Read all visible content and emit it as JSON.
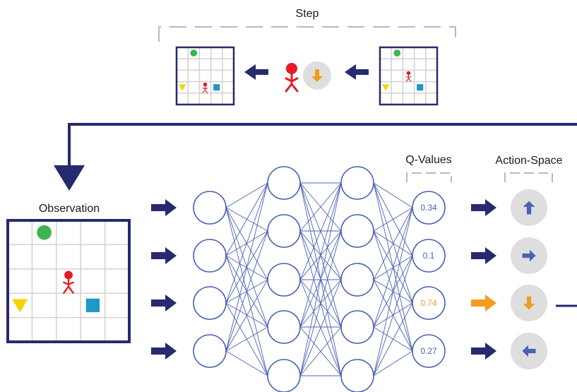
{
  "labels": {
    "step": "Step",
    "observation": "Observation",
    "q_values": "Q-Values",
    "action_space": "Action-Space"
  },
  "q_values": [
    "0.34",
    "0.1",
    "0.74",
    "0.27"
  ],
  "actions": [
    {
      "icon": "arrow-up-icon",
      "selected": false
    },
    {
      "icon": "arrow-right-icon",
      "selected": false
    },
    {
      "icon": "arrow-down-icon",
      "selected": true
    },
    {
      "icon": "arrow-left-icon",
      "selected": false
    }
  ],
  "step_action_icon": "arrow-down-icon",
  "colors": {
    "navy": "#262a6e",
    "node_stroke": "#4a62b4",
    "edge": "#4a62b4",
    "selected": "#f39c1f",
    "grid_line": "#d2d2d2",
    "agent": "#e51b23",
    "goal": "#3fb34f",
    "triangle": "#f3d400",
    "square": "#1f97c7",
    "action_circle": "#dedede",
    "arrow_blue": "#4a62b4",
    "bracket": "#b9b9b9"
  }
}
